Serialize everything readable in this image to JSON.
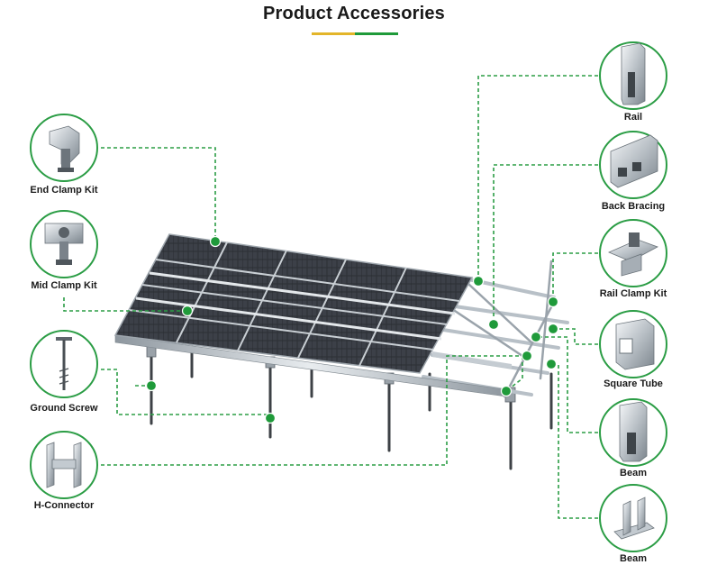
{
  "title": "Product Accessories",
  "colors": {
    "accent_green": "#1f9a3a",
    "accent_yellow": "#e3b52a",
    "line_green": "#2b9d45"
  },
  "labels": {
    "end_clamp_kit": "End Clamp Kit",
    "mid_clamp_kit": "Mid Clamp Kit",
    "ground_screw": "Ground Screw",
    "h_connector": "H-Connector",
    "rail": "Rail",
    "back_bracing": "Back Bracing",
    "rail_clamp_kit": "Rail Clamp Kit",
    "square_tube": "Square Tube",
    "beam_1": "Beam",
    "beam_2": "Beam"
  },
  "icons": {
    "end_clamp_kit": "end-clamp-icon",
    "mid_clamp_kit": "mid-clamp-icon",
    "ground_screw": "ground-screw-icon",
    "h_connector": "h-connector-icon",
    "rail": "rail-icon",
    "back_bracing": "back-bracing-icon",
    "rail_clamp_kit": "rail-clamp-icon",
    "square_tube": "square-tube-icon",
    "beam_1": "beam-icon",
    "beam_2": "beam-icon"
  }
}
